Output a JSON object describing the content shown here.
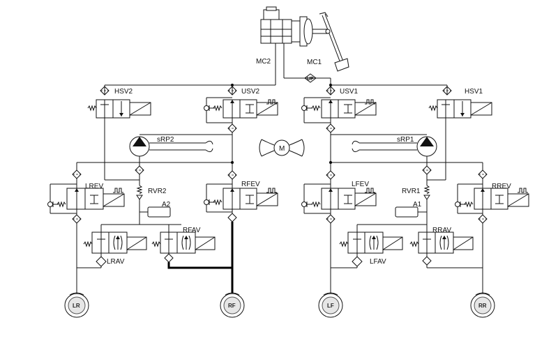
{
  "labels": {
    "mc1": "MC1",
    "mc2": "MC2",
    "up": "UP",
    "hsv2": "HSV2",
    "usv2": "USV2",
    "usv1": "USV1",
    "hsv1": "HSV1",
    "srp2": "sRP2",
    "srp1": "sRP1",
    "motor": "M",
    "lrev": "LREV",
    "rvr2": "RVR2",
    "a2": "A2",
    "rfev": "RFEV",
    "lfev": "LFEV",
    "rvr1": "RVR1",
    "a1": "A1",
    "rrev": "RREV",
    "rfav": "RFAV",
    "lrav": "LRAV",
    "lfav": "LFAV",
    "rrav": "RRAV"
  },
  "wheels": {
    "lr": "LR",
    "rf": "RF",
    "lf": "LF",
    "rr": "RR"
  }
}
